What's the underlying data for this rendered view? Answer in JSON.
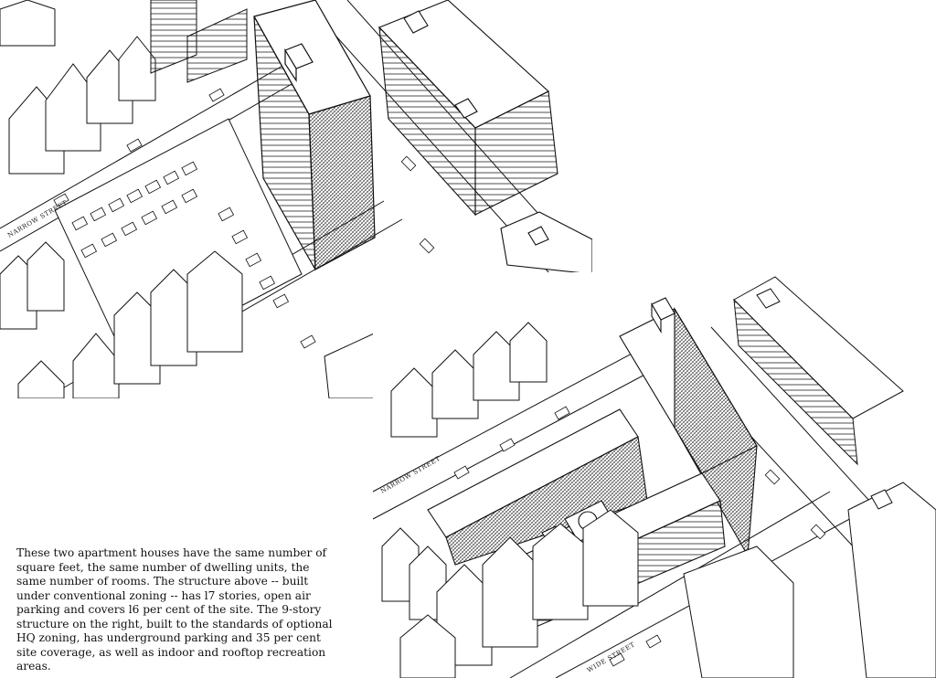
{
  "caption": "These two apartment houses have the same number of square feet, the same number of dwelling units, the same number of rooms. The structure above -- built under conventional zoning -- has l7 stories, open air parking and covers l6 per cent of the site.  The 9-story structure on the right, built to the standards of optional HQ zoning, has underground parking and 35 per cent site coverage, as well as indoor and rooftop recreation areas.",
  "street_labels": {
    "top_narrow": "NARROW STREET",
    "bottom_narrow": "NARROW STREET",
    "bottom_wide": "WIDE STREET"
  },
  "colors": {
    "ink": "#111111",
    "paper": "#ffffff"
  }
}
